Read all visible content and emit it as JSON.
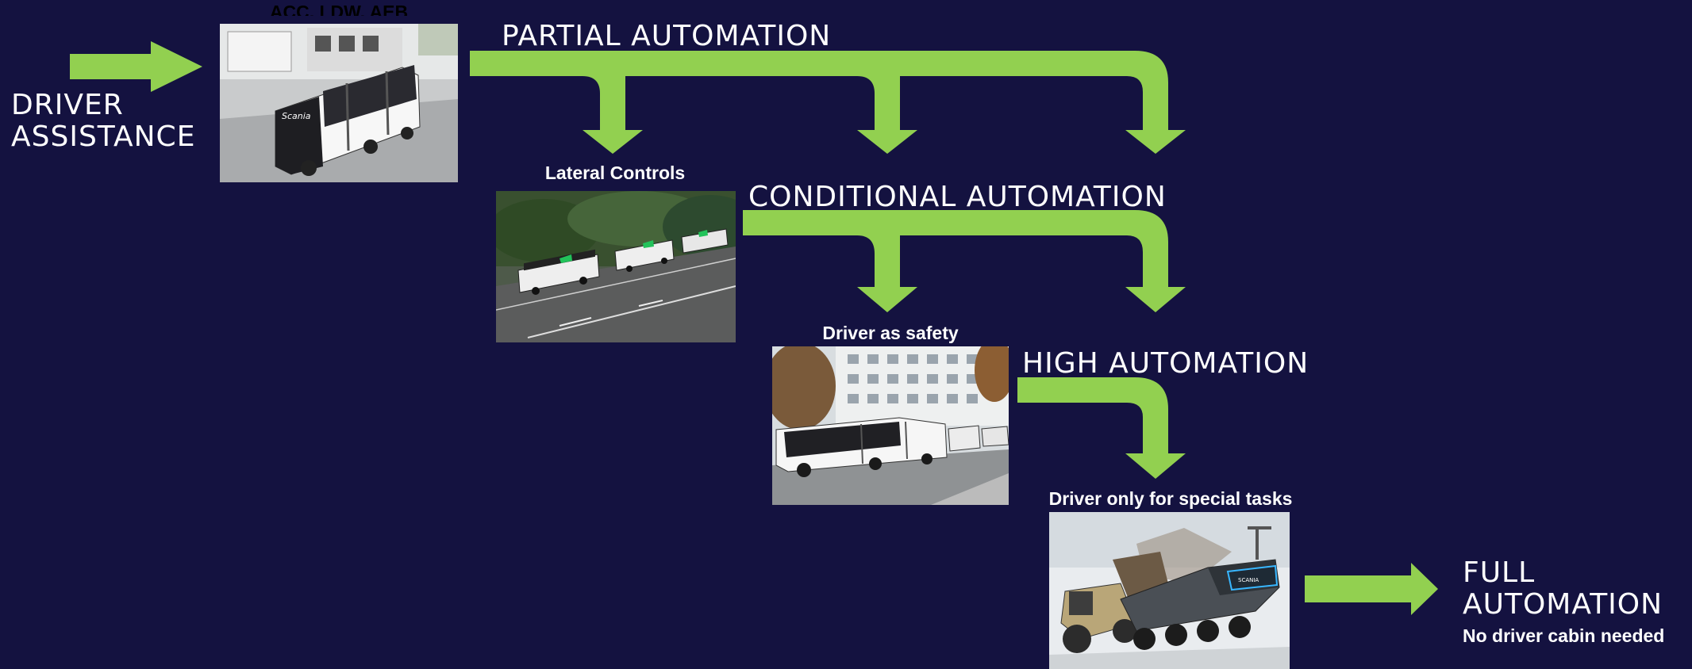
{
  "colors": {
    "background": "#141240",
    "arrow": "#92d050",
    "text": "#ffffff"
  },
  "stages": {
    "driver_assistance": {
      "line1": "DRIVER",
      "line2": "ASSISTANCE"
    },
    "partial": {
      "title": "PARTIAL AUTOMATION"
    },
    "conditional": {
      "title": "CONDITIONAL AUTOMATION"
    },
    "high": {
      "title": "HIGH AUTOMATION"
    },
    "full": {
      "line1": "FULL",
      "line2": "AUTOMATION",
      "subtitle": "No driver cabin needed"
    }
  },
  "captions": {
    "acc": "ACC, LDW, AEB",
    "lateral": "Lateral Controls",
    "safety": "Driver as safety",
    "special": "Driver only for special tasks"
  },
  "images": {
    "bus_scania": {
      "label": "Scania"
    },
    "platoon": {},
    "city_bus": {},
    "mining_vehicle": {
      "label": "SCANIA"
    }
  }
}
